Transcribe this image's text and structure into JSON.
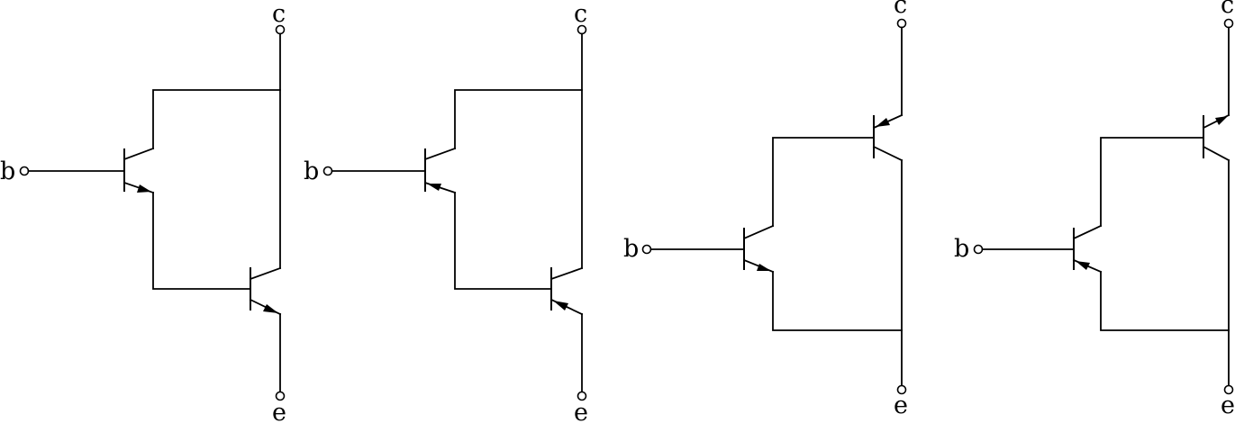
{
  "colors": {
    "line": "#000000",
    "background": "#ffffff"
  },
  "circuits": [
    {
      "id": "circuit-1",
      "configuration": "darlington-npn-npn",
      "labels": {
        "base": "b",
        "collector": "c",
        "emitter": "e"
      },
      "transistors": [
        {
          "role": "driver",
          "type": "npn",
          "emitter_arrow": "outward"
        },
        {
          "role": "output",
          "type": "npn",
          "emitter_arrow": "outward"
        }
      ]
    },
    {
      "id": "circuit-2",
      "configuration": "darlington-pnp-pnp",
      "labels": {
        "base": "b",
        "collector": "c",
        "emitter": "e"
      },
      "transistors": [
        {
          "role": "driver",
          "type": "pnp",
          "emitter_arrow": "inward"
        },
        {
          "role": "output",
          "type": "pnp",
          "emitter_arrow": "inward"
        }
      ]
    },
    {
      "id": "circuit-3",
      "configuration": "complementary-npn-pnp",
      "labels": {
        "base": "b",
        "collector": "c",
        "emitter": "e"
      },
      "transistors": [
        {
          "role": "driver",
          "type": "npn",
          "emitter_arrow": "outward"
        },
        {
          "role": "output",
          "type": "pnp",
          "emitter_arrow": "inward"
        }
      ]
    },
    {
      "id": "circuit-4",
      "configuration": "complementary-pnp-npn",
      "labels": {
        "base": "b",
        "collector": "c",
        "emitter": "e"
      },
      "transistors": [
        {
          "role": "driver",
          "type": "pnp",
          "emitter_arrow": "inward"
        },
        {
          "role": "output",
          "type": "npn",
          "emitter_arrow": "outward"
        }
      ]
    }
  ]
}
